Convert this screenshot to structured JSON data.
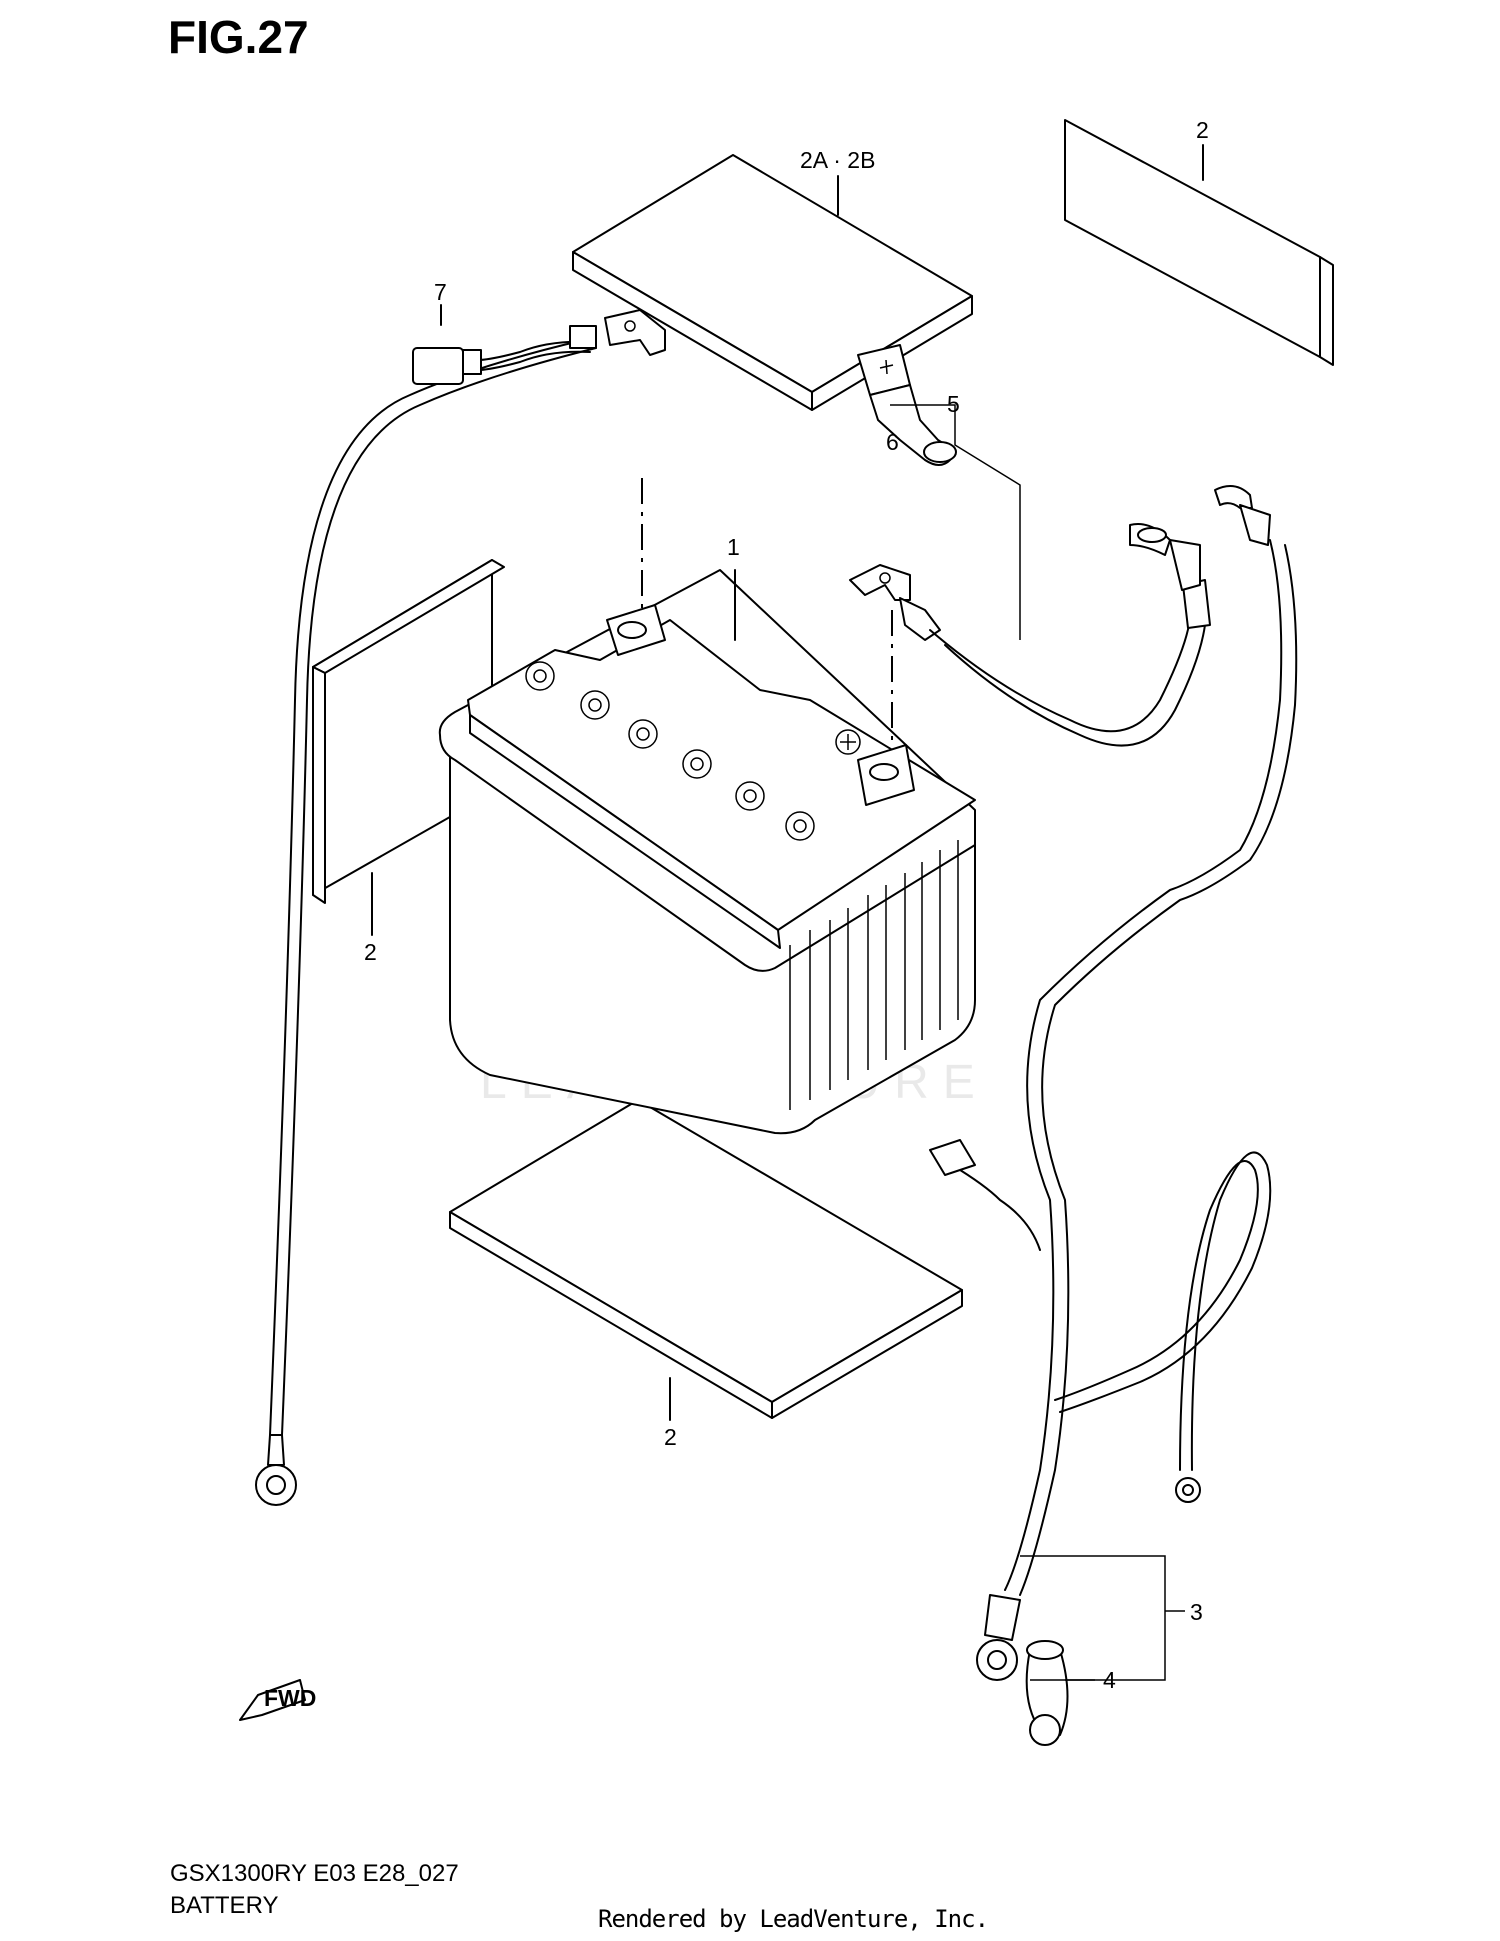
{
  "figure": {
    "title": "FIG.27"
  },
  "footer": {
    "model_code": "GSX1300RY E03 E28_027",
    "section_name": "BATTERY",
    "credit": "Rendered by LeadVenture, Inc."
  },
  "watermark": "LEADVENTURE",
  "callouts": {
    "c1": "1",
    "c2_top_plate": "2A · 2B",
    "c2_right_pad": "2",
    "c2_left_pad": "2",
    "c2_bottom_pad": "2",
    "c3": "3",
    "c4": "4",
    "c5": "5",
    "c6": "6",
    "c7": "7"
  },
  "fwd_arrow": {
    "label": "FWD",
    "icon": "forward-arrow-icon"
  }
}
